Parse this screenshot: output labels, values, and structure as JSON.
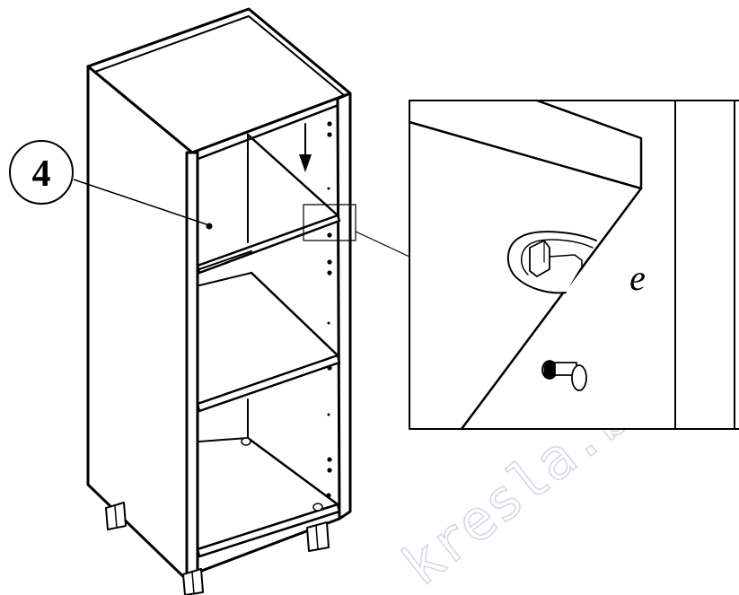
{
  "callout": {
    "number": "4"
  },
  "detail": {
    "label": "e"
  },
  "watermark": {
    "text": "kresla.biz"
  },
  "colors": {
    "line": "#000000",
    "watermark": "#d0d3e8",
    "background": "#ffffff"
  }
}
